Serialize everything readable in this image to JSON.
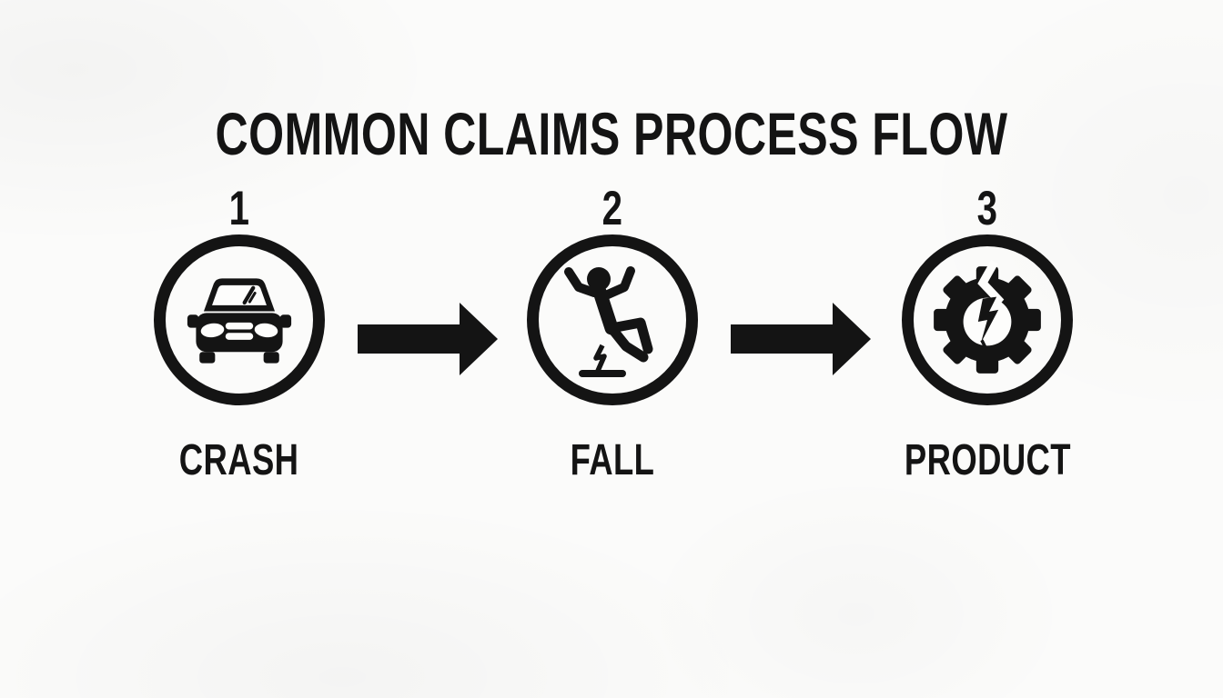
{
  "title": "COMMON CLAIMS PROCESS FLOW",
  "steps": [
    {
      "number": "1",
      "label": "CRASH",
      "icon": "car-icon"
    },
    {
      "number": "2",
      "label": "FALL",
      "icon": "falling-person-icon"
    },
    {
      "number": "3",
      "label": "PRODUCT",
      "icon": "broken-gear-icon"
    }
  ],
  "connectors": [
    {
      "icon": "arrow-right-icon",
      "direction": "right"
    },
    {
      "icon": "arrow-right-icon",
      "direction": "right"
    }
  ],
  "colors": {
    "ink": "#141414",
    "paper": "#fbfbfa"
  }
}
